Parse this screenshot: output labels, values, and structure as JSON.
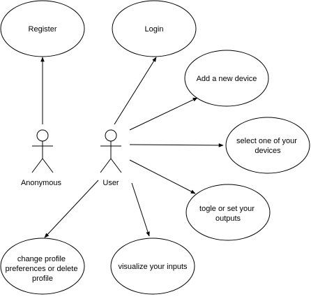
{
  "actors": {
    "anonymous": {
      "label": "Anonymous"
    },
    "user": {
      "label": "User"
    }
  },
  "use_cases": {
    "register": {
      "lines": [
        "Register"
      ]
    },
    "login": {
      "lines": [
        "Login"
      ]
    },
    "add_device": {
      "lines": [
        "Add a new device"
      ]
    },
    "select_device": {
      "lines": [
        "select one of your",
        "devices"
      ]
    },
    "toggle_outputs": {
      "lines": [
        "togle or set your",
        "outputs"
      ]
    },
    "visualize_inputs": {
      "lines": [
        "visualize your inputs"
      ]
    },
    "change_profile": {
      "lines": [
        "change profile",
        "preferences or delete",
        "profile"
      ]
    }
  },
  "associations": [
    {
      "from": "Anonymous",
      "to": "Register"
    },
    {
      "from": "User",
      "to": "Login"
    },
    {
      "from": "User",
      "to": "Add a new device"
    },
    {
      "from": "User",
      "to": "select one of your devices"
    },
    {
      "from": "User",
      "to": "togle or set your outputs"
    },
    {
      "from": "User",
      "to": "visualize your inputs"
    },
    {
      "from": "User",
      "to": "change profile preferences or delete profile"
    }
  ]
}
